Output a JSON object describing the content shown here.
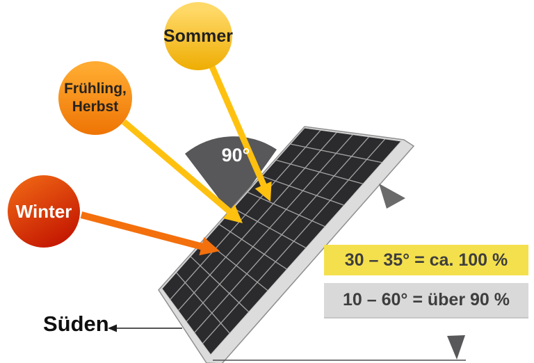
{
  "suns": {
    "sommer": {
      "label": "Sommer"
    },
    "spring_autumn": {
      "line1": "Frühling,",
      "line2": "Herbst"
    },
    "winter": {
      "label": "Winter"
    }
  },
  "angle": {
    "label": "90°"
  },
  "direction": {
    "label": "Süden"
  },
  "info_boxes": {
    "optimal": {
      "text": "30 – 35° = ca. 100 %",
      "bg": "#F4E04D"
    },
    "good": {
      "text": "10 – 60° = über 90 %",
      "bg": "#D9D9D9"
    }
  },
  "colors": {
    "ray_golden": "#FFC110",
    "ray_orange": "#F3700D",
    "fan_gray": "#58585A",
    "marker_gray": "#6A6A6A",
    "panel_dark": "#2B2B2E",
    "panel_frame": "#DCDCDC",
    "sun_sommer_top": "#FFD968",
    "sun_sommer_bottom": "#EEAD03",
    "sun_spring_top": "#FFAA30",
    "sun_spring_bottom": "#EE7404",
    "sun_winter_top": "#EB5E12",
    "sun_winter_bottom": "#C01000"
  }
}
